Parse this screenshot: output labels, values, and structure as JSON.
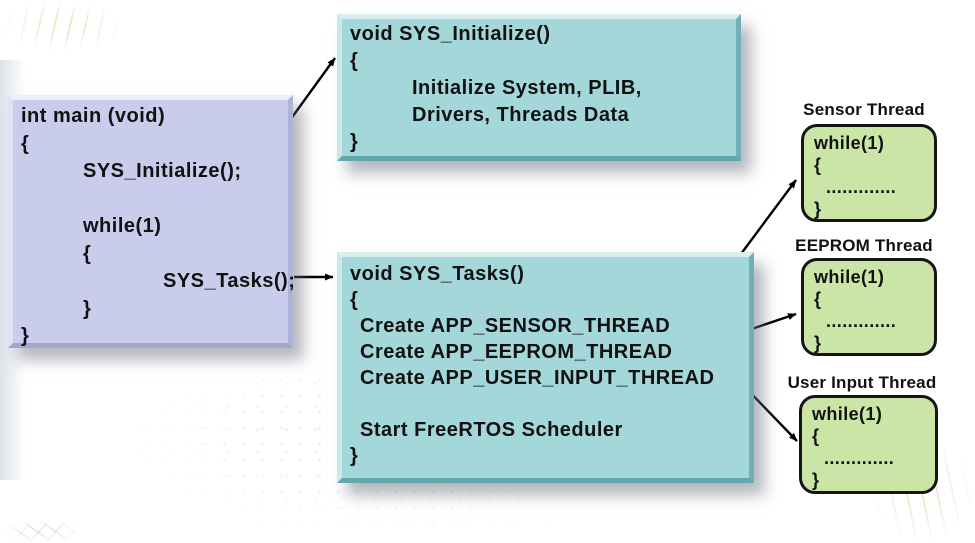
{
  "colors": {
    "main_box_fill": "#c9cdeb",
    "function_box_fill": "#a3d7da",
    "thread_box_fill": "#cbe5a7",
    "thread_box_border": "#151515",
    "arrow": "#000000",
    "text": "#111111"
  },
  "main_box": {
    "lines": [
      {
        "t": "int main (void)",
        "i": 0
      },
      {
        "t": "{",
        "i": 0
      },
      {
        "t": "SYS_Initialize();",
        "i": 1
      },
      {
        "t": "",
        "i": 0
      },
      {
        "t": "while(1)",
        "i": 1
      },
      {
        "t": "{",
        "i": 1
      },
      {
        "t": "SYS_Tasks();",
        "i": 2
      },
      {
        "t": "}",
        "i": 1
      },
      {
        "t": "}",
        "i": 0
      }
    ]
  },
  "sys_initialize_box": {
    "lines": [
      {
        "t": "void SYS_Initialize()",
        "i": 0
      },
      {
        "t": "{",
        "i": 0
      },
      {
        "t": "Initialize System, PLIB,",
        "i": 1
      },
      {
        "t": "Drivers, Threads Data",
        "i": 1
      },
      {
        "t": "}",
        "i": 0
      }
    ]
  },
  "sys_tasks_box": {
    "lines": [
      {
        "t": "void SYS_Tasks()",
        "i": 0
      },
      {
        "t": "{",
        "i": 0
      },
      {
        "t": "Create APP_SENSOR_THREAD",
        "i": 1
      },
      {
        "t": "Create APP_EEPROM_THREAD",
        "i": 1
      },
      {
        "t": "Create APP_USER_INPUT_THREAD",
        "i": 1
      },
      {
        "t": "",
        "i": 0
      },
      {
        "t": "Start FreeRTOS Scheduler",
        "i": 1
      },
      {
        "t": "}",
        "i": 0
      }
    ]
  },
  "threads": [
    {
      "label": "Sensor Thread",
      "lines": [
        {
          "t": "while(1)",
          "i": 0
        },
        {
          "t": "{",
          "i": 0
        },
        {
          "t": ".............",
          "i": 1
        },
        {
          "t": "}",
          "i": 0
        }
      ]
    },
    {
      "label": "EEPROM Thread",
      "lines": [
        {
          "t": "while(1)",
          "i": 0
        },
        {
          "t": "{",
          "i": 0
        },
        {
          "t": ".............",
          "i": 1
        },
        {
          "t": "}",
          "i": 0
        }
      ]
    },
    {
      "label": "User Input Thread",
      "lines": [
        {
          "t": "while(1)",
          "i": 0
        },
        {
          "t": "{",
          "i": 0
        },
        {
          "t": ".............",
          "i": 1
        },
        {
          "t": "}",
          "i": 0
        }
      ]
    }
  ]
}
